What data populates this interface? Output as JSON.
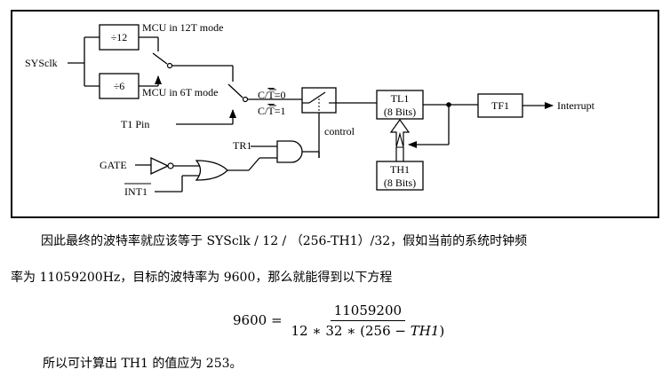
{
  "diagram": {
    "sysclk": "SYSclk",
    "div12": "÷12",
    "div6": "÷6",
    "mode12": "MCU in 12T mode",
    "mode6": "MCU in 6T mode",
    "t1pin": "T1 Pin",
    "ct0_label": "C/",
    "ct0_bar": "T",
    "ct0_val": "=0",
    "ct1_label": "C/",
    "ct1_bar": "T",
    "ct1_val": "=1",
    "control": "control",
    "tl1": "TL1",
    "tl1_bits": "(8 Bits)",
    "th1": "TH1",
    "th1_bits": "(8 Bits)",
    "tf1": "TF1",
    "interrupt": "Interrupt",
    "tr1": "TR1",
    "gate": "GATE",
    "int1": "INT1"
  },
  "text": {
    "para1": "因此最终的波特率就应该等于 SYSclk / 12 / （256-TH1）/32，假如当前的系统时钟频",
    "para2": "率为 11059200Hz，目标的波特率为 9600，那么就能得到以下方程",
    "para3": "所以可计算出 TH1 的值应为 253。"
  },
  "formula": {
    "lhs": "9600 =",
    "numerator": "11059200",
    "denominator_prefix": "12 ∗ 32 ∗ (256 − ",
    "denominator_var": "TH1",
    "denominator_suffix": ")"
  }
}
